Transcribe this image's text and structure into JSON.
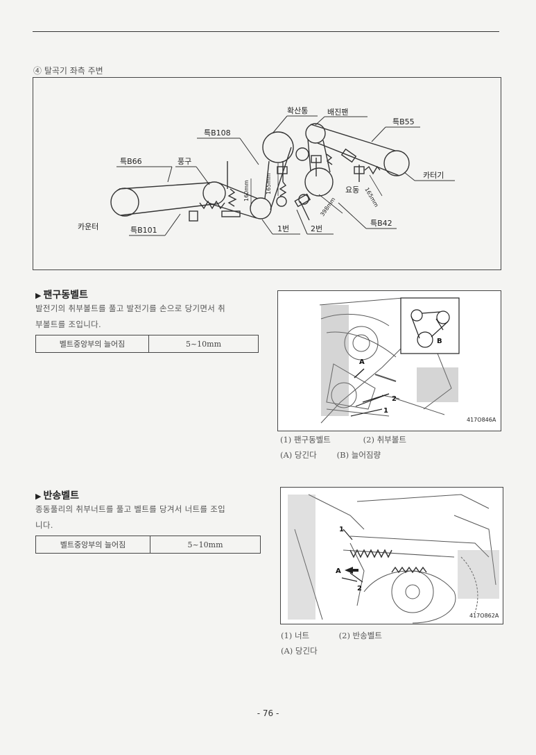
{
  "section_title": "④ 탈곡기 좌측 주변",
  "diagram": {
    "labels": {
      "hwaksantong": "확산통",
      "baejinpaen": "배진팬",
      "b55": "특B55",
      "b108": "특B108",
      "b66": "특B66",
      "punggu": "풍구",
      "cutter": "카터기",
      "yodong": "요동",
      "counter": "카운터",
      "b101": "특B101",
      "no1": "1번",
      "no2": "2번",
      "b42": "특B42",
      "dim_165a": "165mm",
      "dim_165b": "165mm",
      "dim_160": "160mm",
      "dim_398": "398mm"
    }
  },
  "fan_belt": {
    "heading": "팬구동벨트",
    "text_line1": "발전기의 취부볼트를 풀고 발전기를 손으로 당기면서 취",
    "text_line2": "부볼트를 조입니다.",
    "spec_label": "벨트중앙부의 늘어짐",
    "spec_value": "5~10mm",
    "photo_code": "417O846A",
    "callouts": {
      "a": "A",
      "b": "B",
      "one": "1",
      "two": "2"
    },
    "caption_line1_a": "(1) 팬구동벨트",
    "caption_line1_b": "(2) 취부볼트",
    "caption_line2_a": "(A) 당긴다",
    "caption_line2_b": "(B) 늘어짐량"
  },
  "conveyor_belt": {
    "heading": "반송벨트",
    "text_line1": "종동풀리의 취부너트를 풀고 벨트를 당겨서 너트를 조입",
    "text_line2": "니다.",
    "spec_label": "벨트중앙부의 늘어짐",
    "spec_value": "5~10mm",
    "photo_code": "417O862A",
    "callouts": {
      "a": "A",
      "one": "1",
      "two": "2"
    },
    "caption_line1_a": "(1) 너트",
    "caption_line1_b": "(2) 반송벨트",
    "caption_line2_a": "(A) 당긴다"
  },
  "page_number": "- 76 -"
}
